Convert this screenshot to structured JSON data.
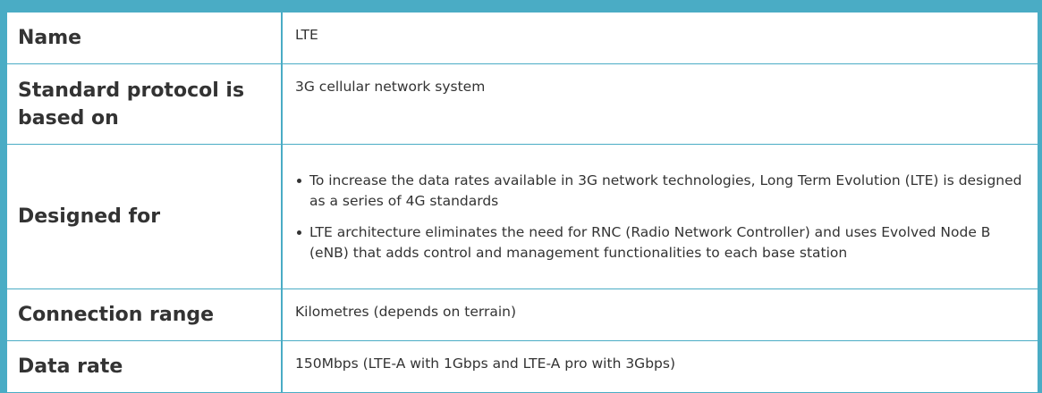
{
  "rows": [
    {
      "label": "Name",
      "value": "LTE"
    },
    {
      "label": "Standard protocol is based on",
      "value": "3G cellular network system"
    },
    {
      "label": "Designed for",
      "bullets": [
        "To increase the data rates available in 3G network technologies, Long Term Evolution (LTE) is designed as a series of 4G standards",
        "LTE architecture eliminates the need for RNC (Radio Network Controller) and uses Evolved Node B (eNB) that adds control and management functionalities to each base station"
      ]
    },
    {
      "label": "Connection range",
      "value": "Kilometres (depends on terrain)"
    },
    {
      "label": "Data rate",
      "value": "150Mbps (LTE-A with 1Gbps and LTE-A pro with 3Gbps)"
    }
  ],
  "colors": {
    "border": "#4aacc5",
    "text": "#333333",
    "background": "#ffffff"
  },
  "icons": {
    "bullet": "bullet-dot-icon"
  }
}
